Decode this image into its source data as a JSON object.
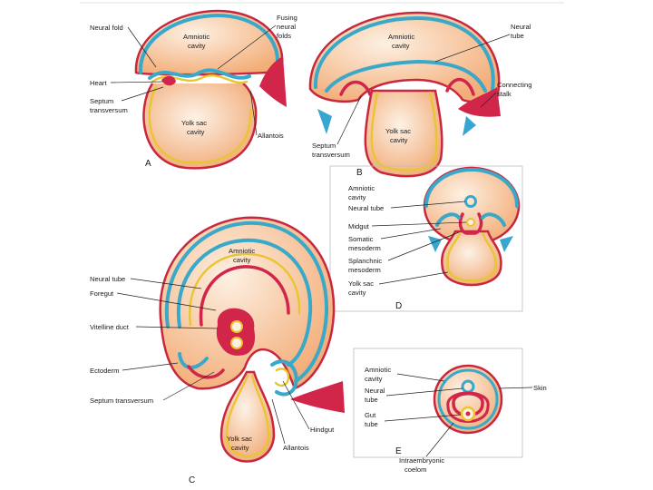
{
  "panels": {
    "a": {
      "letter": "A",
      "labels": {
        "neural_fold": "Neural fold",
        "fusing_neural_folds_1": "Fusing",
        "fusing_neural_folds_2": "neural",
        "fusing_neural_folds_3": "folds",
        "amniotic_cavity_1": "Amniotic",
        "amniotic_cavity_2": "cavity",
        "heart": "Heart",
        "septum_transversum_1": "Septum",
        "septum_transversum_2": "transversum",
        "yolk_sac_cavity_1": "Yolk sac",
        "yolk_sac_cavity_2": "cavity",
        "allantois": "Allantois"
      }
    },
    "b": {
      "letter": "B",
      "labels": {
        "amniotic_cavity_1": "Amniotic",
        "amniotic_cavity_2": "cavity",
        "neural_tube_1": "Neural",
        "neural_tube_2": "tube",
        "connecting_stalk_1": "Connecting",
        "connecting_stalk_2": "stalk",
        "yolk_sac_cavity_1": "Yolk sac",
        "yolk_sac_cavity_2": "cavity",
        "septum_transversum_1": "Septum",
        "septum_transversum_2": "transversum"
      }
    },
    "c": {
      "letter": "C",
      "labels": {
        "amniotic_cavity_1": "Amniotic",
        "amniotic_cavity_2": "cavity",
        "neural_tube": "Neural tube",
        "foregut": "Foregut",
        "vitelline_duct": "Vitelline duct",
        "ectoderm": "Ectoderm",
        "septum_transversum": "Septum transversum",
        "hindgut": "Hindgut",
        "yolk_sac_cavity_1": "Yolk sac",
        "yolk_sac_cavity_2": "cavity",
        "allantois": "Allantois"
      }
    },
    "d": {
      "letter": "D",
      "labels": {
        "amniotic_cavity_1": "Amniotic",
        "amniotic_cavity_2": "cavity",
        "neural_tube": "Neural tube",
        "midgut": "Midgut",
        "somatic_mesoderm_1": "Somatic",
        "somatic_mesoderm_2": "mesoderm",
        "splanchnic_mesoderm_1": "Splanchnic",
        "splanchnic_mesoderm_2": "mesoderm",
        "yolk_sac_cavity_1": "Yolk sac",
        "yolk_sac_cavity_2": "cavity"
      }
    },
    "e": {
      "letter": "E",
      "labels": {
        "amniotic_cavity_1": "Amniotic",
        "amniotic_cavity_2": "cavity",
        "skin": "Skin",
        "neural_tube_1": "Neural",
        "neural_tube_2": "tube",
        "gut_tube_1": "Gut",
        "gut_tube_2": "tube",
        "intraembryonic_coelom_1": "Intraembryonic",
        "intraembryonic_coelom_2": "coelom"
      }
    }
  },
  "colors": {
    "ectoderm": "#3aa9c9",
    "mesoderm": "#d2254a",
    "endoderm": "#e8c531",
    "cavity_fill": "#f7c79c",
    "cavity_highlight": "#fdf0e2",
    "outline": "#c8283e"
  }
}
